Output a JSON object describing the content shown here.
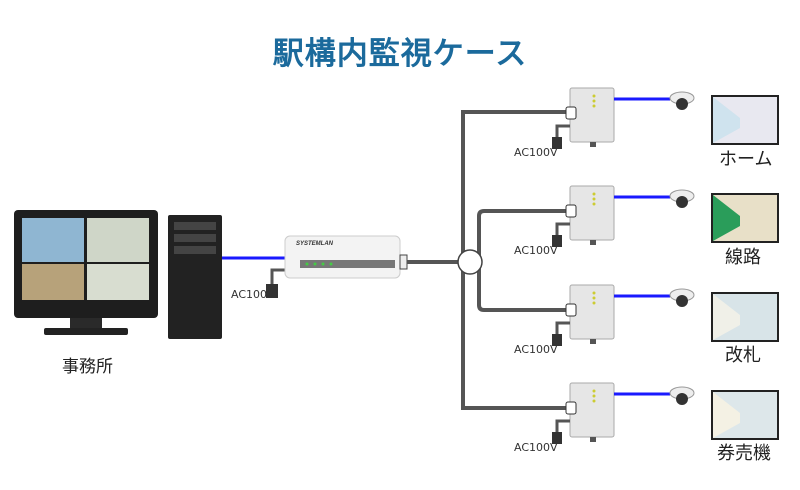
{
  "title": "駅構内監視ケース",
  "office_label": "事務所",
  "power_label": "AC100V",
  "device_brand": "SYSTEMLAN",
  "colors": {
    "title": "#1b6a9c",
    "lan_line": "#1a1aff",
    "coax_line": "#555555"
  },
  "locations": [
    {
      "label": "ホーム"
    },
    {
      "label": "線路"
    },
    {
      "label": "改札"
    },
    {
      "label": "券売機"
    }
  ]
}
